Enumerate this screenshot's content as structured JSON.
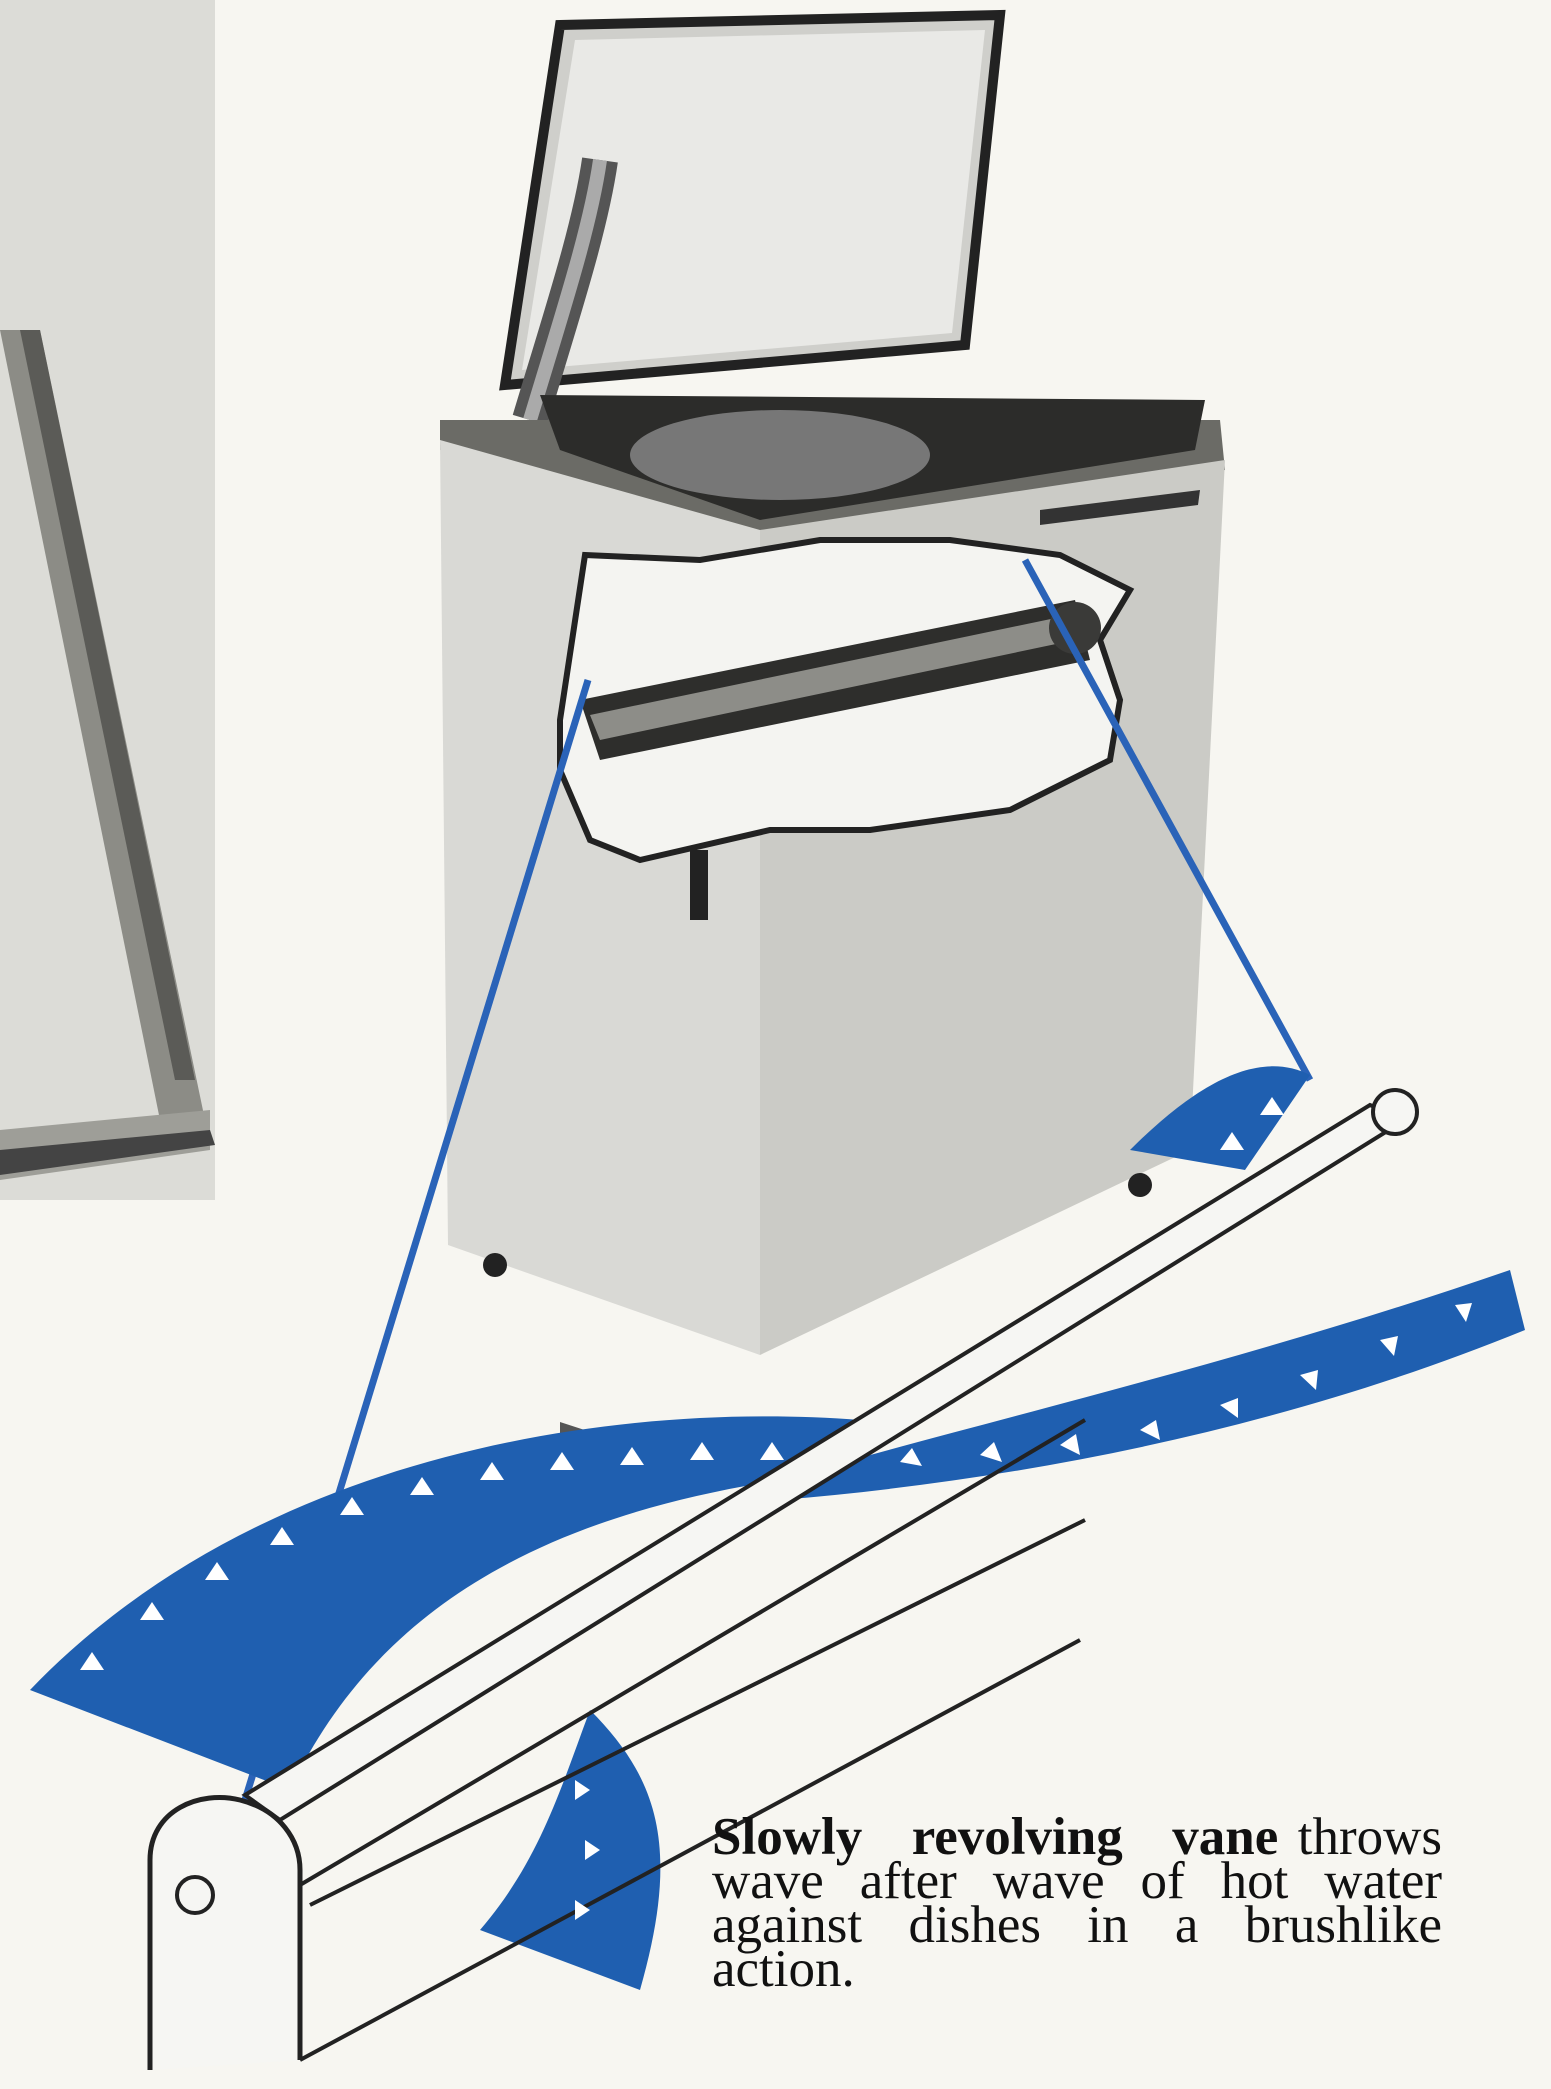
{
  "caption": {
    "lead": "Slowly revolving vane",
    "body": "throws wave after wave of hot water against dishes in a brushlike action."
  },
  "colors": {
    "paper": "#f7f6f1",
    "vane_blue": "#1f5fb0",
    "callout_blue": "#2a63b8",
    "ink": "#111111"
  },
  "icons": [
    "dishwasher-illustration",
    "vane-cutaway",
    "water-flow-arrows"
  ]
}
